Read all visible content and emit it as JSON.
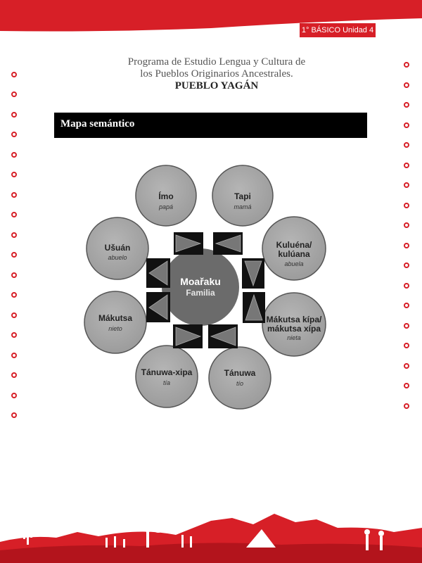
{
  "header": {
    "badge": "1° BÁSICO Unidad 4",
    "line1": "Programa de Estudio Lengua y Cultura de",
    "line2": "los Pueblos Originarios Ancestrales.",
    "line3": "PUEBLO YAGÁN"
  },
  "section": {
    "title": "Mapa semántico"
  },
  "diagram": {
    "center": {
      "word": "Moařaku",
      "meaning": "Familia"
    },
    "nodes": [
      {
        "word": "Ímo",
        "meaning": "papá"
      },
      {
        "word": "Tapi",
        "meaning": "mamá"
      },
      {
        "word": "Kuluéna/",
        "word2": "kulúana",
        "meaning": "abuela"
      },
      {
        "word": "Mákutsa kípa/",
        "word2": "mákutsa xípa",
        "meaning": "nieta"
      },
      {
        "word": "Tánuwa",
        "meaning": "tío"
      },
      {
        "word": "Tánuwa-xipa",
        "meaning": "tía"
      },
      {
        "word": "Mákutsa",
        "meaning": "nieto"
      },
      {
        "word": "Ušuán",
        "meaning": "abuelo"
      }
    ]
  },
  "colors": {
    "accent": "#d71f27",
    "node_fill": "#a6a6a6",
    "center_fill": "#6b6b6b",
    "arrow_fill": "#3a3a3a"
  }
}
